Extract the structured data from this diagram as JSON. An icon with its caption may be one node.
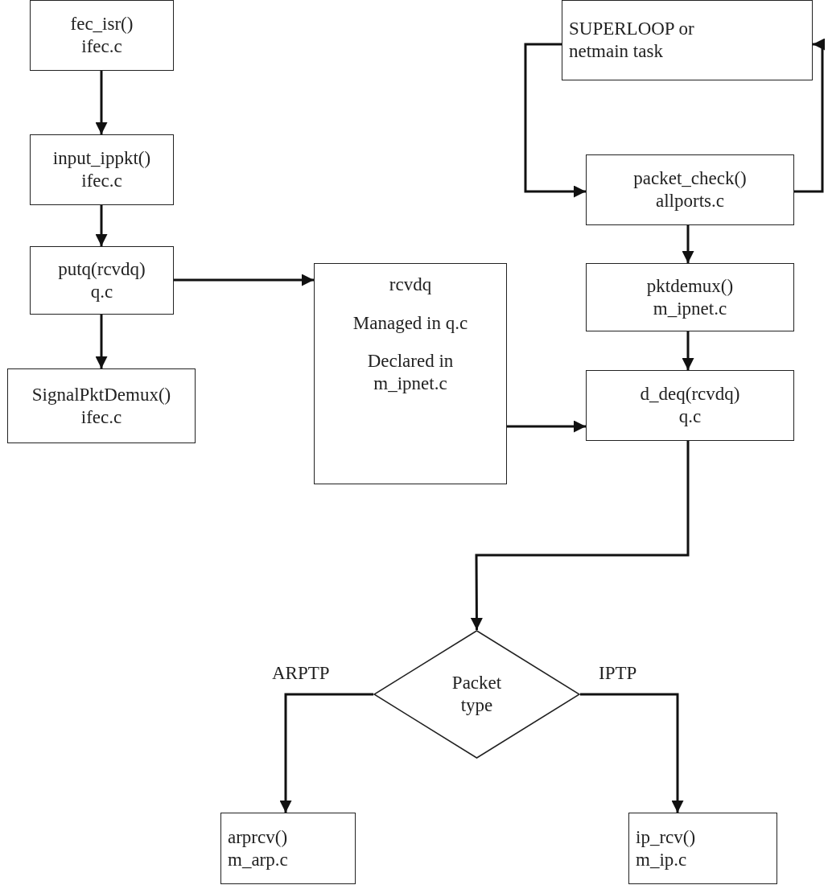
{
  "diagram": {
    "nodes": [
      {
        "text": [
          "fec_isr()",
          "ifec.c"
        ]
      },
      {
        "text": [
          "input_ippkt()",
          "ifec.c"
        ]
      },
      {
        "text": [
          "putq(rcvdq)",
          "q.c"
        ]
      },
      {
        "text": [
          "SignalPktDemux()",
          "ifec.c"
        ]
      },
      {
        "text": [
          "rcvdq",
          "Managed in q.c",
          "Declared in m_ipnet.c"
        ]
      },
      {
        "text": [
          "SUPERLOOP or netmain task"
        ]
      },
      {
        "text": [
          "packet_check()",
          "allports.c"
        ]
      },
      {
        "text": [
          "pktdemux()",
          "m_ipnet.c"
        ]
      },
      {
        "text": [
          "d_deq(rcvdq)",
          "q.c"
        ]
      },
      {
        "text": [
          "Packet type"
        ]
      },
      {
        "text": [
          "arprcv()",
          "m_arp.c"
        ]
      },
      {
        "text": [
          "ip_rcv()",
          "m_ip.c"
        ]
      }
    ],
    "edges": [
      {
        "from": 0,
        "to": 1,
        "arrow": "to"
      },
      {
        "from": 1,
        "to": 2,
        "arrow": "to"
      },
      {
        "from": 2,
        "to": 3,
        "arrow": "to"
      },
      {
        "from": 2,
        "to": 4,
        "arrow": "to"
      },
      {
        "from": 4,
        "to": 8,
        "arrow": "to"
      },
      {
        "from": 5,
        "to": 6,
        "arrow": "to"
      },
      {
        "from": 6,
        "to": 5,
        "arrow": "to"
      },
      {
        "from": 6,
        "to": 7,
        "arrow": "to"
      },
      {
        "from": 7,
        "to": 8,
        "arrow": "to"
      },
      {
        "from": 8,
        "to": 9,
        "arrow": "to"
      },
      {
        "from": 9,
        "to": 10,
        "label": "ARPTP",
        "arrow": "to"
      },
      {
        "from": 9,
        "to": 11,
        "label": "IPTP",
        "arrow": "to"
      }
    ]
  }
}
